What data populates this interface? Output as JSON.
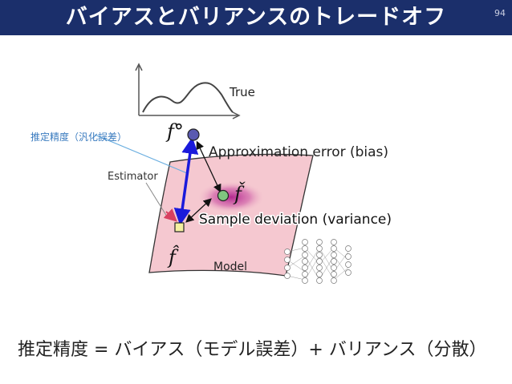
{
  "header": {
    "title": "バイアスとバリアンスのトレードオフ",
    "page_number": "94"
  },
  "diagram": {
    "true_label": "True",
    "f_circle_label": "f°",
    "accuracy_label": "推定精度（汎化誤差）",
    "approx_error_label": "Approximation error (bias)",
    "estimator_label": "Estimator",
    "f_check_label": "f̌",
    "sample_deviation_label": "Sample deviation (variance)",
    "f_hat_label": "f̂",
    "model_label": "Model"
  },
  "equation": "推定精度 = バイアス（モデル誤差）+ バリアンス（分散）",
  "colors": {
    "header_bg": "#1b2f6b",
    "surface_fill": "#f5c8d0",
    "blue_arrow": "#1a1adb",
    "true_point": "#5a5ab0",
    "estimate_point": "#7fc67f",
    "variance_blob": "#b0208c",
    "estimator_box": "#f5f0a0"
  }
}
